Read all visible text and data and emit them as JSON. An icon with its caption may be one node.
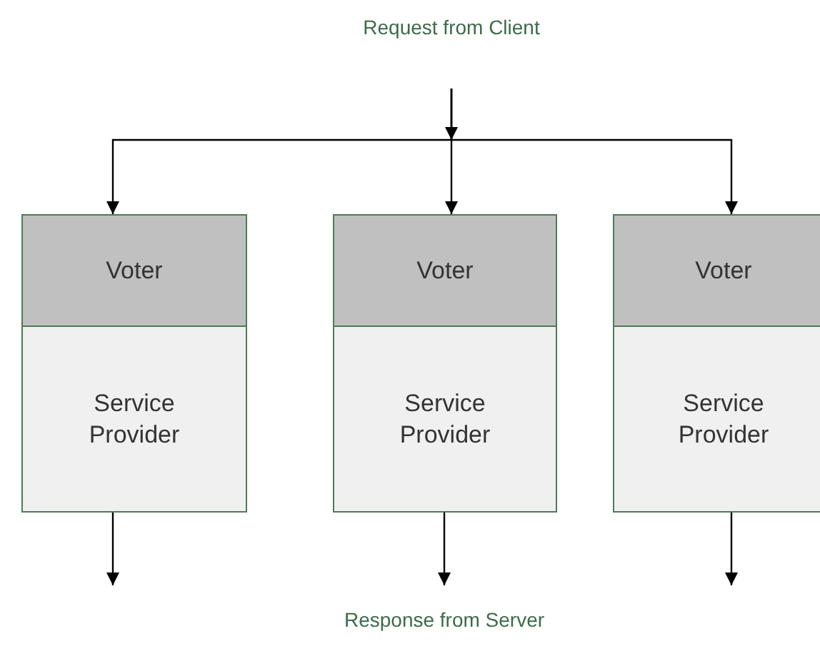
{
  "diagram": {
    "nodes": [
      {
        "text": [
          "Voter"
        ]
      },
      {
        "text": [
          "Service Provider"
        ]
      },
      {
        "text": [
          "Voter"
        ]
      },
      {
        "text": [
          "Service Provider"
        ]
      },
      {
        "text": [
          "Voter"
        ]
      },
      {
        "text": [
          "Service Provider"
        ]
      }
    ],
    "edges": [
      {
        "from": null,
        "to": 0,
        "arrow": "to"
      },
      {
        "from": null,
        "to": 2,
        "arrow": "to"
      },
      {
        "from": null,
        "to": 4,
        "arrow": "to"
      },
      {
        "from": 1,
        "to": null,
        "arrow": "to"
      },
      {
        "from": 3,
        "to": null,
        "arrow": "to"
      },
      {
        "from": 5,
        "to": null,
        "arrow": "to"
      }
    ],
    "labels": [
      "Request from Client",
      "Response from Server"
    ]
  }
}
